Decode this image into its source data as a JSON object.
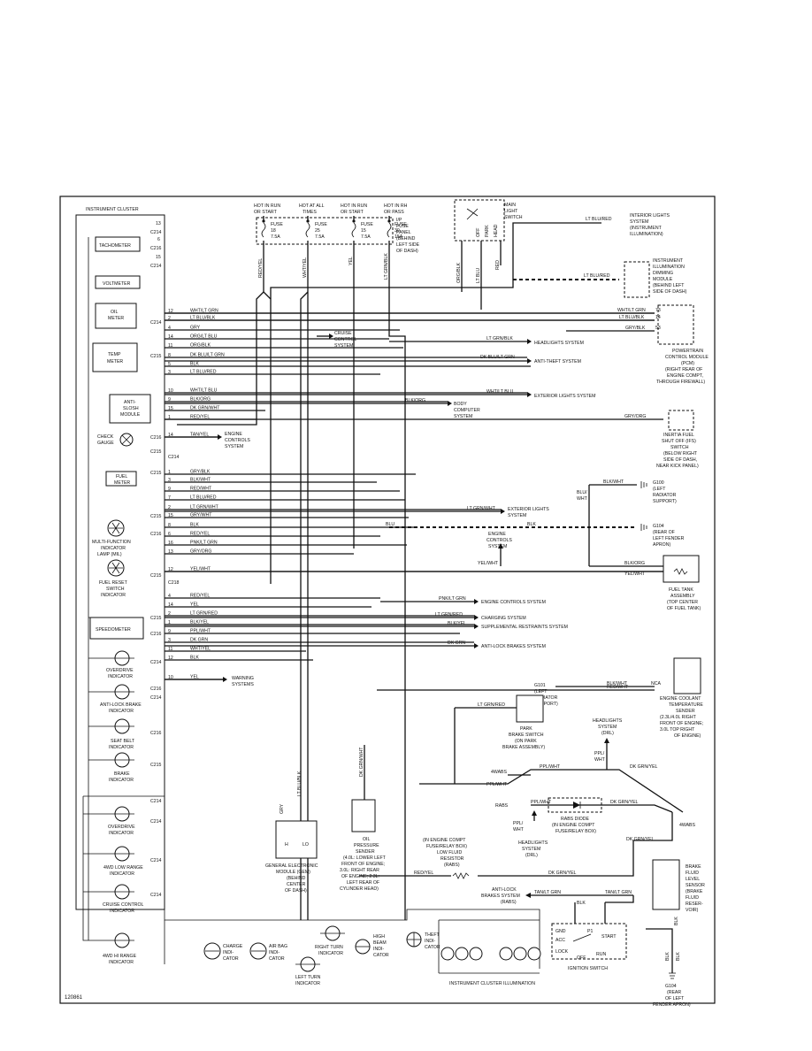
{
  "diagram": {
    "id_code": "120861",
    "cluster_title": "INSTRUMENT CLUSTER",
    "fuse_panel": {
      "label": [
        "I/P",
        "FUSE",
        "PANEL",
        "(BEHIND",
        "LEFT SIDE",
        "OF DASH)"
      ],
      "hot_labels": [
        [
          "HOT IN RUN",
          "OR START"
        ],
        [
          "HOT AT ALL",
          "TIMES"
        ],
        [
          "HOT IN RUN",
          "OR START"
        ],
        [
          "HOT IN RH",
          "OR PASS"
        ]
      ],
      "fuses": [
        [
          "FUSE",
          "18",
          "7.5A"
        ],
        [
          "FUSE",
          "25",
          "7.5A"
        ],
        [
          "FUSE",
          "15",
          "7.5A"
        ],
        [
          "FUSE",
          "30",
          "15A"
        ]
      ],
      "feed_wires": [
        "RED/YEL",
        "WHT/YEL",
        "YEL",
        "LT GRN/BLK"
      ]
    },
    "main_light_switch": [
      "MAIN",
      "LIGHT",
      "SWITCH"
    ],
    "switch_positions": [
      "OFF",
      "PARK",
      "HEAD"
    ],
    "switch_wires": [
      "ORG/BLK",
      "LT BLU",
      "RED"
    ],
    "gauges": [
      {
        "label": [
          "TACHOMETER"
        ]
      },
      {
        "label": [
          "VOLTMETER"
        ]
      },
      {
        "label": [
          "OIL",
          "METER"
        ]
      },
      {
        "label": [
          "TEMP",
          "METER"
        ]
      },
      {
        "label": [
          "ANTI-",
          "SLOSH",
          "MODULE"
        ]
      },
      {
        "label": [
          "FUEL",
          "METER"
        ]
      },
      {
        "label": [
          "SPEEDOMETER"
        ]
      }
    ],
    "check_gauge": [
      "CHECK",
      "GAUGE"
    ],
    "left_indicators": [
      [
        "MULTI-FUNCTION",
        "INDICATOR",
        "LAMP (MIL)"
      ],
      [
        "FUEL RESET",
        "SWITCH",
        "INDICATOR"
      ],
      [
        "OVERDRIVE",
        "INDICATOR"
      ],
      [
        "ANTI-LOCK BRAKE",
        "INDICATOR"
      ],
      [
        "SEAT BELT",
        "INDICATOR"
      ],
      [
        "BRAKE",
        "INDICATOR"
      ],
      [
        "OVERDRIVE",
        "INDICATOR"
      ],
      [
        "4WD LOW RANGE",
        "INDICATOR"
      ],
      [
        "CRUISE CONTROL",
        "INDICATOR"
      ],
      [
        "4WD HI RANGE",
        "INDICATOR"
      ]
    ],
    "bottom_indicators": [
      [
        "CHARGE",
        "INDI-",
        "CATOR"
      ],
      [
        "AIR BAG",
        "INDI-",
        "CATOR"
      ],
      [
        "RIGHT TURN",
        "INDICATOR"
      ],
      [
        "LEFT TURN",
        "INDICATOR"
      ],
      [
        "HIGH",
        "BEAM",
        "INDI-",
        "CATOR"
      ],
      [
        "THEFT",
        "INDI-",
        "CATOR"
      ]
    ],
    "cluster_illumination": "INSTRUMENT CLUSTER ILLUMINATION",
    "wire_rows": [
      {
        "pin": "12",
        "color": "WHT/LT GRN"
      },
      {
        "pin": "2",
        "color": "LT BLU/BLK"
      },
      {
        "pin": "4",
        "color": "GRY"
      },
      {
        "pin": "14",
        "color": "ORG/LT BLU"
      },
      {
        "pin": "11",
        "color": "ORG/BLK"
      },
      {
        "pin": "8",
        "color": "DK BLU/LT GRN"
      },
      {
        "pin": "5",
        "color": "BLK"
      },
      {
        "pin": "3",
        "color": "LT BLU/RED"
      },
      {
        "pin": "10",
        "color": "WHT/LT BLU"
      },
      {
        "pin": "9",
        "color": "BLK/ORG"
      },
      {
        "pin": "15",
        "color": "DK GRN/WHT"
      },
      {
        "pin": "1",
        "color": "RED/YEL"
      },
      {
        "pin": "14",
        "color": "TAN/YEL"
      },
      {
        "pin": "1",
        "color": "GRY/BLK"
      },
      {
        "pin": "3",
        "color": "BLK/WHT"
      },
      {
        "pin": "9",
        "color": "RED/WHT"
      },
      {
        "pin": "7",
        "color": "LT BLU/RED"
      },
      {
        "pin": "2",
        "color": "LT GRN/WHT"
      },
      {
        "pin": "15",
        "color": "GRY/WHT"
      },
      {
        "pin": "8",
        "color": "BLK"
      },
      {
        "pin": "6",
        "color": "RED/YEL"
      },
      {
        "pin": "16",
        "color": "PNK/LT GRN"
      },
      {
        "pin": "13",
        "color": "GRY/ORG"
      },
      {
        "pin": "12",
        "color": "YEL/WHT"
      },
      {
        "pin": "4",
        "color": "RED/YEL"
      },
      {
        "pin": "14",
        "color": "YEL"
      },
      {
        "pin": "2",
        "color": "LT GRN/RED"
      },
      {
        "pin": "1",
        "color": "BLK/YEL"
      },
      {
        "pin": "9",
        "color": "PPL/WHT"
      },
      {
        "pin": "3",
        "color": "DK GRN"
      },
      {
        "pin": "11",
        "color": "WHT/YEL"
      },
      {
        "pin": "12",
        "color": "BLK"
      },
      {
        "pin": "10",
        "color": "YEL"
      }
    ],
    "connectors": [
      "C214",
      "C216",
      "C215",
      "C218"
    ],
    "pin_numbers": [
      "13",
      "6",
      "15",
      "12",
      "3",
      "13",
      "10",
      "1",
      "7",
      "8",
      "5",
      "5",
      "1",
      "4"
    ],
    "right_labels": {
      "interior": [
        "INTERIOR LIGHTS",
        "SYSTEM",
        "(INSTRUMENT",
        "ILLUMINATION)"
      ],
      "dimming": [
        "INSTRUMENT",
        "ILLUMINATION",
        "DIMMING",
        "MODULE",
        "(BEHIND LEFT",
        "SIDE OF DASH)"
      ],
      "pcm": [
        "POWERTRAIN",
        "CONTROL MODULE",
        "(PCM)",
        "(RIGHT REAR OF",
        "ENGINE COMPT,",
        "THROUGH FIREWALL)"
      ],
      "ifs": [
        "INERTIA FUEL",
        "SHUT OFF (IFS)",
        "SWITCH",
        "(BELOW RIGHT",
        "SIDE OF DASH,",
        "NEAR KICK PANEL)"
      ],
      "g100": [
        "G100",
        "(LEFT",
        "RADIATOR",
        "SUPPORT)"
      ],
      "g104": [
        "G104",
        "(REAR OF",
        "LEFT FENDER",
        "APRON)"
      ],
      "fuel_tank": [
        "FUEL TANK",
        "ASSEMBLY",
        "(TOP CENTER",
        "OF FUEL TANK)"
      ],
      "coolant": [
        "ENGINE COOLANT",
        "TEMPERATURE",
        "SENDER",
        "(2.3L/4.0L RIGHT",
        "FRONT OF ENGINE;",
        "3.0L TOP RIGHT",
        "OF ENGINE)"
      ],
      "brake_sensor": [
        "BRAKE",
        "FLUID",
        "LEVEL",
        "SENSOR",
        "(BRAKE",
        "FLUID",
        "RESER-",
        "VOIR)"
      ],
      "g104b": [
        "G104",
        "(REAR",
        "OF LEFT",
        "FENDER APRON)"
      ]
    },
    "right_wires": {
      "interior": "LT BLU/RED",
      "dimming": "LT BLU/RED",
      "pcm": [
        "WHT/LT GRN",
        "LT BLU/BLK",
        "GRY/BLK"
      ],
      "pcm_pins": [
        "73",
        "14",
        "53"
      ],
      "ifs": "GRY/ORG",
      "g100_wire": "BLK/WHT",
      "blu_wht": [
        "BLU/",
        "WHT"
      ],
      "blk": "BLK",
      "tank": [
        "BLK/ORG",
        "YEL/WHT"
      ],
      "yel_wht": "YEL/WHT",
      "coolant_wires": [
        "BLK/WHT",
        "RED/WHT"
      ],
      "nca": "NCA",
      "g101": [
        "G101",
        "(LEFT",
        "RADIATOR",
        "SUPPORT)"
      ]
    },
    "system_labels": {
      "cruise": [
        "CRUISE",
        "CONTROL",
        "SYSTEM"
      ],
      "headlights": "HEADLIGHTS SYSTEM",
      "antitheft": "ANTI-THEFT SYSTEM",
      "exterior": "EXTERIOR LIGHTS SYSTEM",
      "body": [
        "BODY",
        "COMPUTER",
        "SYSTEM"
      ],
      "engine1": [
        "ENGINE",
        "CONTROLS",
        "SYSTEM"
      ],
      "exterior2": [
        "EXTERIOR LIGHTS",
        "SYSTEM"
      ],
      "engine2": [
        "ENGINE",
        "CONTROLS",
        "SYSTEM"
      ],
      "engine3": "ENGINE CONTROLS SYSTEM",
      "charging": "CHARGING SYSTEM",
      "srs": "SUPPLEMENTAL RESTRAINTS SYSTEM",
      "abs": "ANTI-LOCK BRAKES SYSTEM",
      "warning": [
        "WARNING",
        "SYSTEMS"
      ],
      "rabs": [
        "ANTI-LOCK",
        "BRAKES SYSTEM",
        "(RABS)"
      ],
      "drl1": [
        "HEADLIGHTS",
        "SYSTEM",
        "(DRL)"
      ],
      "drl2": [
        "HEADLIGHTS",
        "SYSTEM",
        "(DRL)"
      ]
    },
    "mid_wire_labels": {
      "headlights": "LT GRN/BLK",
      "antitheft": "DK BLU/LT GRN",
      "exterior": "WHT/LT BLU",
      "body": "BLK/ORG",
      "exterior2": "LT GRN/WHT",
      "engine3": "PNK/LT GRN",
      "charging": "LT GRN/RED",
      "srs": "BLK/YEL",
      "abs": "DK GRN",
      "engine2": "YEL/WHT",
      "blu": "BLU",
      "gem": [
        "GRY",
        "LT BLU/BLK",
        "DK GRN/WHT"
      ]
    },
    "park_brake": [
      "PARK",
      "BRAKE SWITCH",
      "(ON PARK",
      "BRAKE ASSEMBLY)"
    ],
    "park_wire": "LT GRN/RED",
    "ppl_wht": [
      "PPL/",
      "WHT"
    ],
    "rabs_labels": [
      "4WABS",
      "RABS",
      "4WABS"
    ],
    "rabs_wires": [
      "PPL/WHT",
      "DK GRN/YEL",
      "PPL/WHT",
      "PPL/WHT",
      "DK GRN/YEL",
      "DK GRN/YEL",
      "DK GRN/YEL"
    ],
    "rabs_diode": [
      "RABS DIODE",
      "(IN ENGINE COMPT",
      "FUSE/RELAY BOX)"
    ],
    "oil_sender": [
      "OIL",
      "PRESSURE",
      "SENDER",
      "(4.0L: LOWER LEFT",
      "FRONT OF ENGINE;",
      "3.0L: RIGHT REAR",
      "OF ENGINE; 2.3L:",
      "LEFT REAR OF",
      "CYLINDER HEAD)"
    ],
    "oil_wire": "DK GRN/WHT",
    "gem": [
      "GENERAL ELECTRONIC",
      "MODULE (GEM)",
      "(BEHIND",
      "CENTER",
      "OF DASH)"
    ],
    "gem_pins": [
      "H",
      "LO"
    ],
    "resistor": [
      "(IN ENGINE COMPT",
      "FUSE/RELAY BOX)",
      "LOW FLUID",
      "RESISTOR",
      "(RABS)"
    ],
    "resistor_wires": [
      "RED/YEL",
      "DK GRN/YEL"
    ],
    "ignition_switch": "IGNITION SWITCH",
    "ignition_positions": [
      "GND",
      "ACC",
      "LOCK",
      "OFF",
      "P1",
      "START",
      "RUN"
    ],
    "ignition_wires": [
      "BLK",
      "TAN/LT GRN",
      "TAN/LT GRN",
      "BLK",
      "BLK",
      "BLK"
    ]
  }
}
